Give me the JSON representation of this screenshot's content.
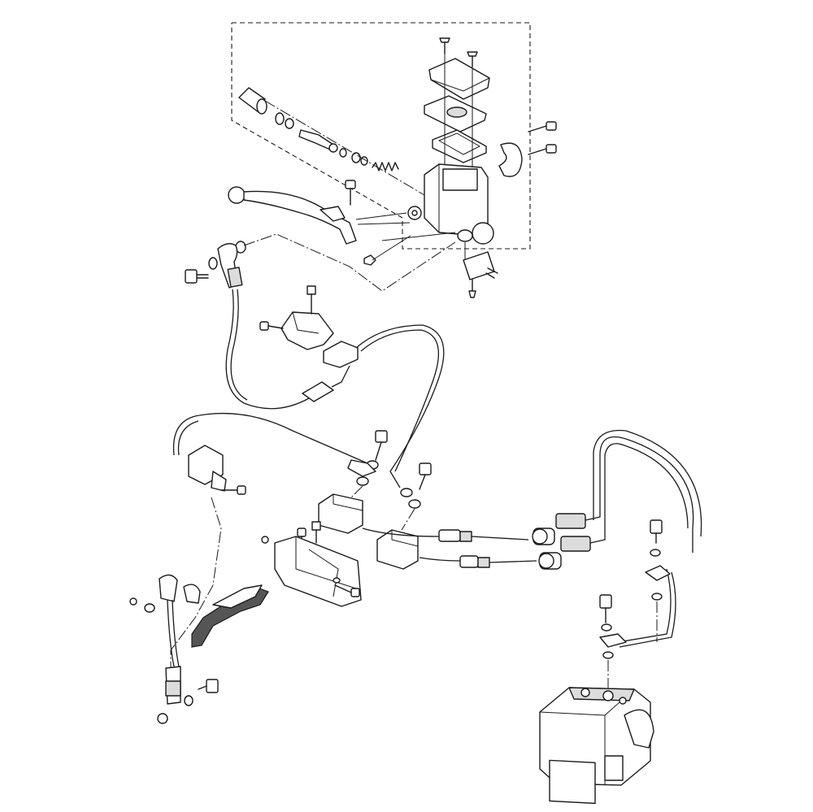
{
  "diagram": {
    "kind": "exploded-parts-diagram",
    "assemblies": [
      "front-brake-master-cylinder",
      "brake-lever",
      "brake-hoses",
      "hose-joints",
      "abs-hydraulic-unit"
    ]
  }
}
